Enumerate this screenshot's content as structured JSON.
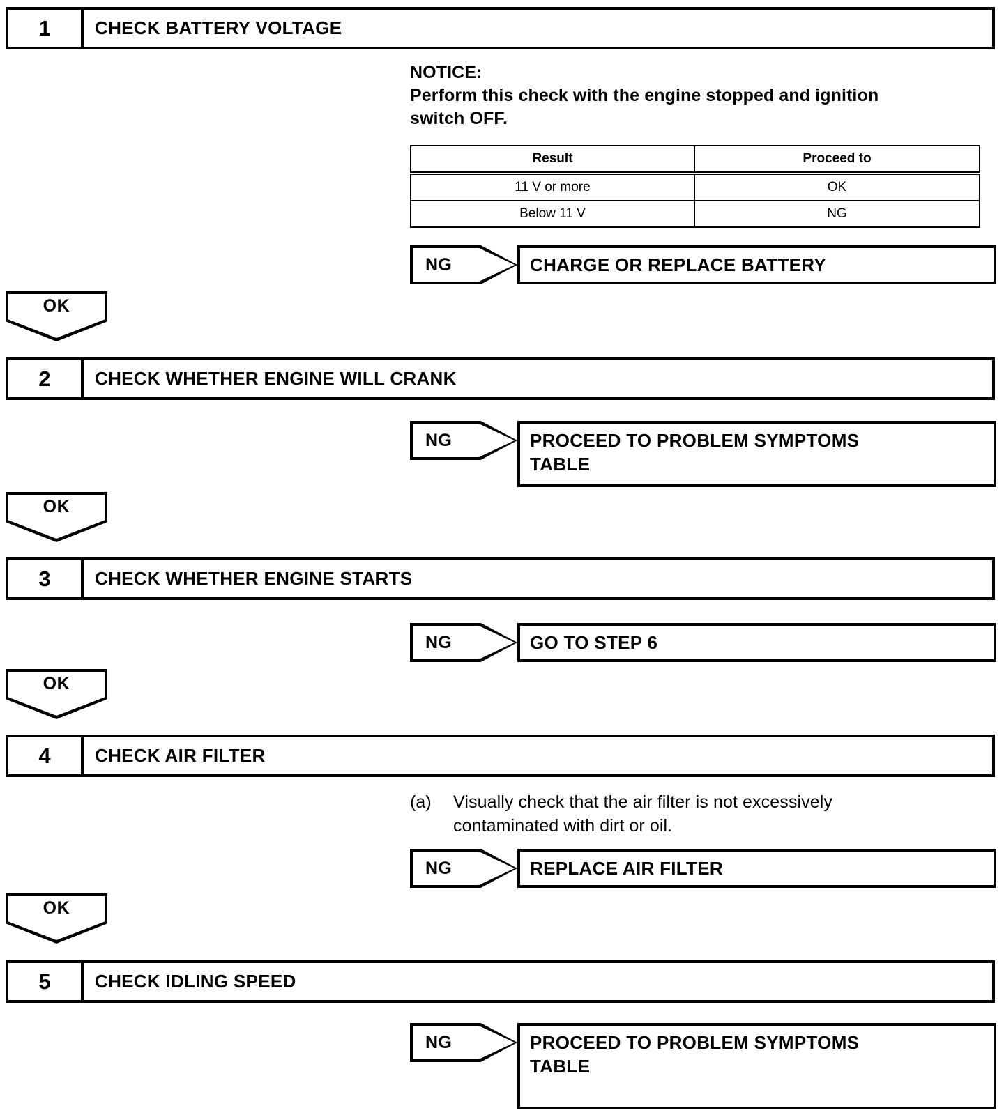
{
  "document": {
    "type": "diagnostic-flowchart",
    "title": "Engine Starting / Idling Diagnostic Procedure"
  },
  "steps": [
    {
      "number": "1",
      "title": "CHECK BATTERY VOLTAGE",
      "notice": {
        "heading": "NOTICE:",
        "lines": [
          "Perform this check with the engine stopped and ignition",
          "switch OFF."
        ]
      },
      "table": {
        "headers": [
          "Result",
          "Proceed to"
        ],
        "rows": [
          [
            "11 V or more",
            "OK"
          ],
          [
            "Below 11 V",
            "NG"
          ]
        ]
      },
      "ng": {
        "tag": "NG",
        "lines": [
          "CHARGE OR REPLACE BATTERY"
        ]
      },
      "ok": {
        "tag": "OK"
      }
    },
    {
      "number": "2",
      "title": "CHECK WHETHER ENGINE WILL CRANK",
      "ng": {
        "tag": "NG",
        "lines": [
          "PROCEED TO PROBLEM SYMPTOMS",
          "TABLE"
        ]
      },
      "ok": {
        "tag": "OK"
      }
    },
    {
      "number": "3",
      "title": "CHECK WHETHER ENGINE STARTS",
      "ng": {
        "tag": "NG",
        "lines": [
          "GO TO STEP 6"
        ]
      },
      "ok": {
        "tag": "OK"
      }
    },
    {
      "number": "4",
      "title": "CHECK AIR FILTER",
      "procedure": {
        "marker": "(a)",
        "lines": [
          "Visually check that the air filter is not excessively",
          "contaminated with dirt or oil."
        ]
      },
      "ng": {
        "tag": "NG",
        "lines": [
          "REPLACE AIR FILTER"
        ]
      },
      "ok": {
        "tag": "OK"
      }
    },
    {
      "number": "5",
      "title": "CHECK IDLING SPEED",
      "ng": {
        "tag": "NG",
        "lines": [
          "PROCEED TO PROBLEM SYMPTOMS",
          "TABLE"
        ]
      }
    }
  ],
  "colors": {
    "ink": "#000000",
    "paper": "#ffffff"
  }
}
